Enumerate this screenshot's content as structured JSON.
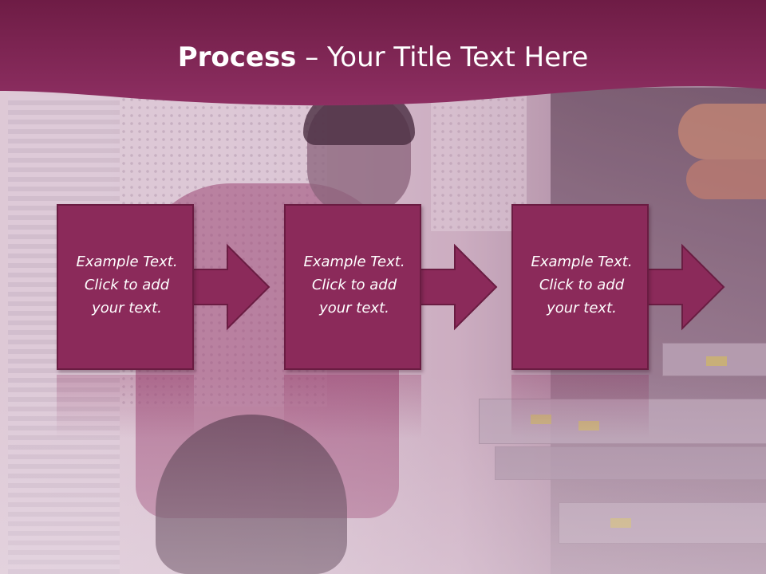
{
  "slide": {
    "title_strong": "Process",
    "title_rest": " – Your Title Text Here"
  },
  "steps": [
    {
      "line1": "Example Text.",
      "line2": "Click  to add",
      "line3": "your text."
    },
    {
      "line1": "Example Text.",
      "line2": "Click  to add",
      "line3": "your text."
    },
    {
      "line1": "Example Text.",
      "line2": "Click  to add",
      "line3": "your text."
    }
  ],
  "colors": {
    "header": "#7e2350",
    "step_fill": "#8b2a5a",
    "step_border": "#6a1c42",
    "title_text": "#ffffff"
  }
}
